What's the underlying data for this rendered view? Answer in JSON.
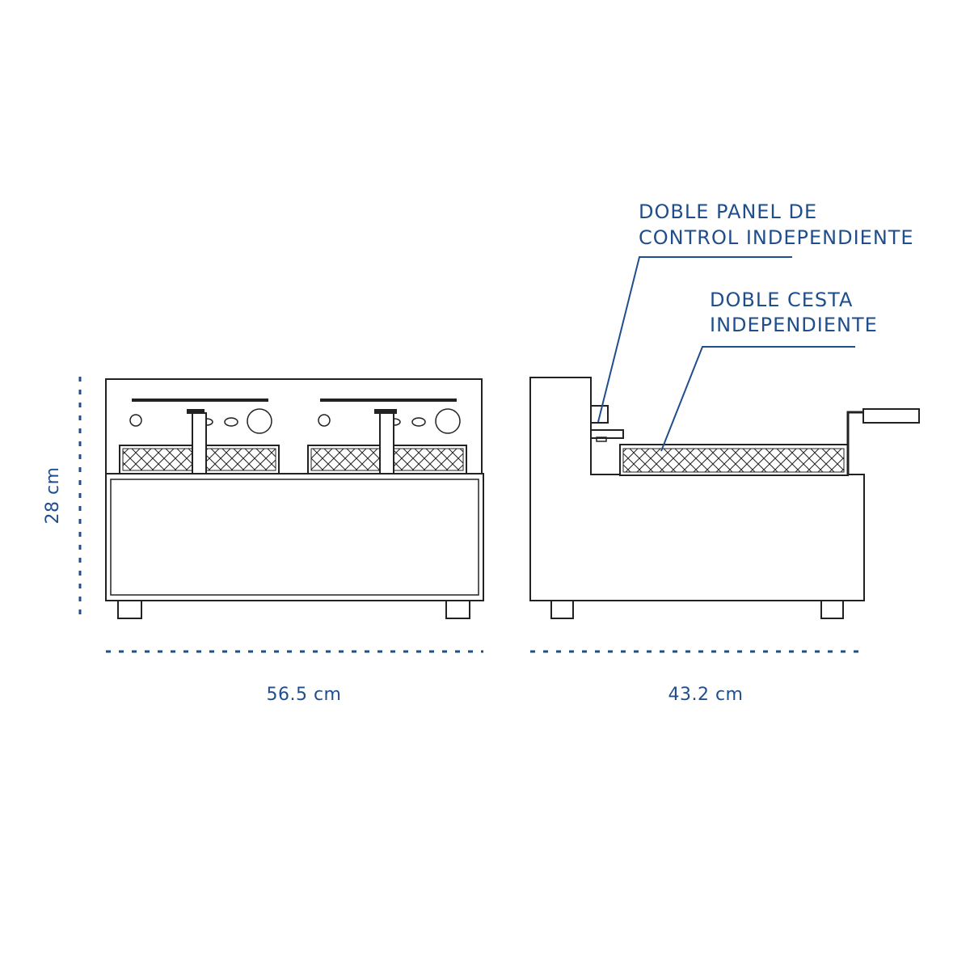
{
  "dimensions": {
    "height_label": "28 cm",
    "front_width_label": "56.5 cm",
    "side_depth_label": "43.2 cm"
  },
  "callouts": {
    "control_panel": [
      "DOBLE PANEL DE",
      "CONTROL INDEPENDIENTE"
    ],
    "basket": [
      "DOBLE CESTA",
      "INDEPENDIENTE"
    ]
  },
  "colors": {
    "accent": "#1f4e8c",
    "outline": "#222222",
    "background": "#ffffff"
  },
  "icons": {
    "front_view": "double-fryer-front-view",
    "side_view": "fryer-side-view"
  }
}
